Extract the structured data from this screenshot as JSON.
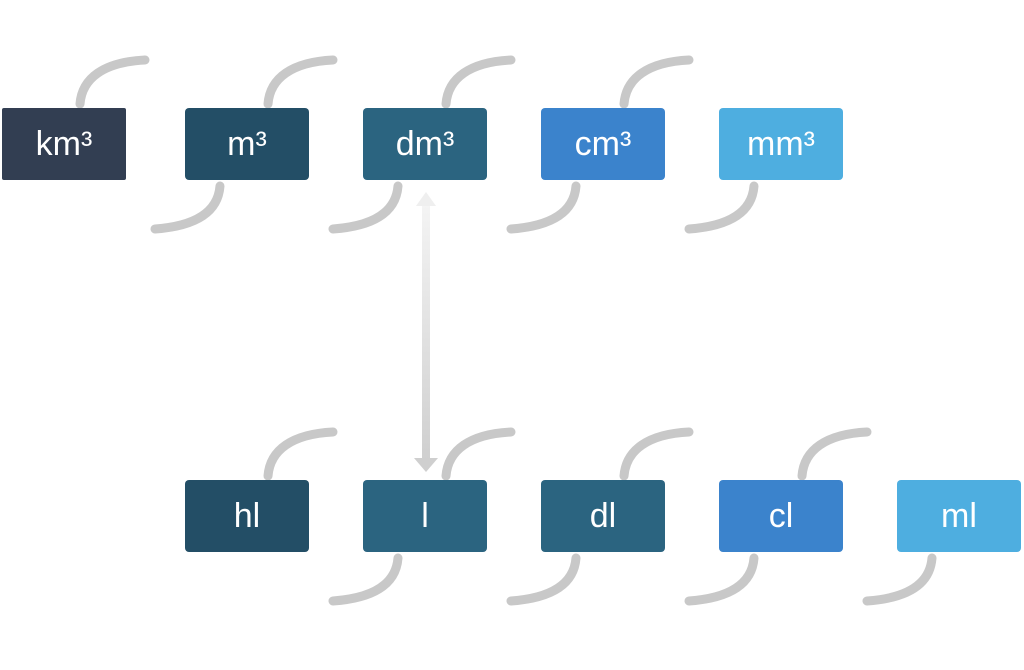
{
  "colors": {
    "dark": "#323e52",
    "navy": "#234e66",
    "teal": "#2b6480",
    "blue": "#3b83cc",
    "light": "#4eaee0",
    "arc": "#c8c8c8",
    "arrow": "#d6d6d6"
  },
  "volume_units": [
    {
      "label": "km³"
    },
    {
      "label": "m³"
    },
    {
      "label": "dm³"
    },
    {
      "label": "cm³"
    },
    {
      "label": "mm³"
    }
  ],
  "capacity_units": [
    {
      "label": "hl"
    },
    {
      "label": "l"
    },
    {
      "label": "dl"
    },
    {
      "label": "cl"
    },
    {
      "label": "ml"
    }
  ]
}
